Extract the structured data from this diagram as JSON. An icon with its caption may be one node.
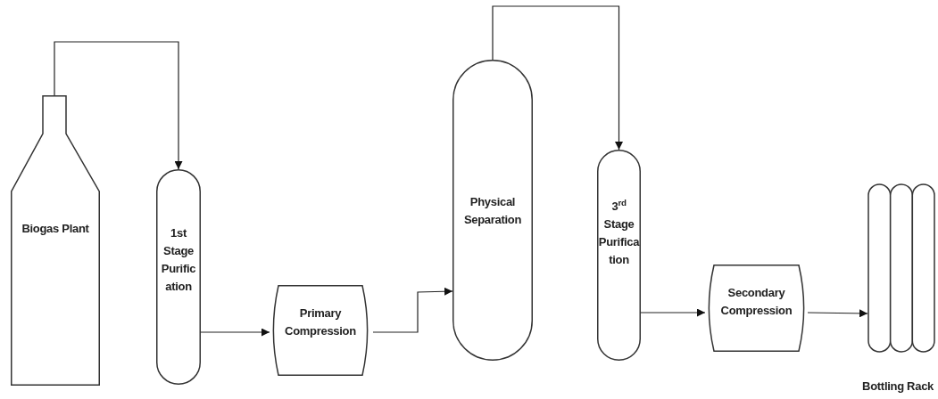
{
  "diagram": {
    "nodes": [
      {
        "text": [
          "Biogas Plant"
        ]
      },
      {
        "text": [
          "1st Stage Purification"
        ]
      },
      {
        "text": [
          "Primary Compression"
        ]
      },
      {
        "text": [
          "Physical Separation"
        ]
      },
      {
        "text": [
          "3$^{rd}$ Stage Purification"
        ]
      },
      {
        "text": [
          "Secondary Compression"
        ]
      },
      {
        "text": [
          "Bottling Rack"
        ]
      }
    ],
    "edges": [
      {
        "from": 0,
        "to": 1,
        "arrow": "to"
      },
      {
        "from": 1,
        "to": 2,
        "arrow": "to"
      },
      {
        "from": 2,
        "to": 3,
        "arrow": "to"
      },
      {
        "from": 3,
        "to": 4,
        "arrow": "to"
      },
      {
        "from": 4,
        "to": 5,
        "arrow": "to"
      },
      {
        "from": 5,
        "to": 6,
        "arrow": "to"
      }
    ]
  }
}
